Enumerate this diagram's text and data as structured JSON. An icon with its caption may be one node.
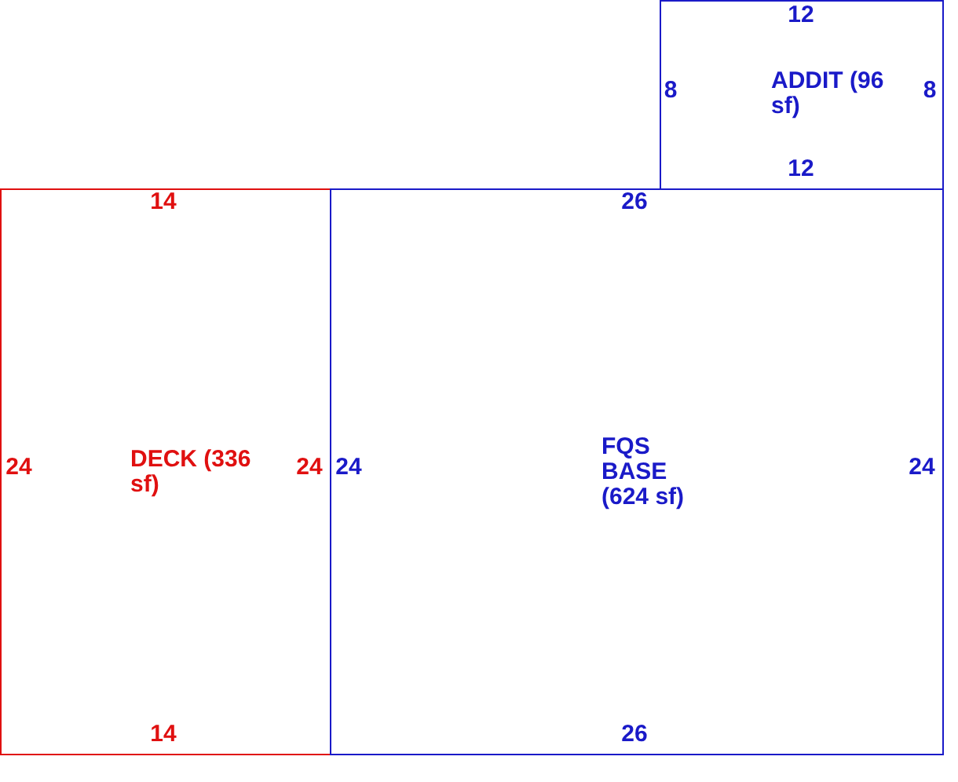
{
  "diagram": {
    "nodes": [
      {
        "text": [
          "ADDIT (96 sf)"
        ]
      },
      {
        "text": [
          "DECK (336 sf)"
        ]
      },
      {
        "text": [
          "FQS BASE (624 sf)"
        ]
      }
    ],
    "labels": [
      "12",
      "8",
      "8",
      "12",
      "14",
      "26",
      "24",
      "24",
      "24",
      "24",
      "14",
      "26"
    ]
  }
}
